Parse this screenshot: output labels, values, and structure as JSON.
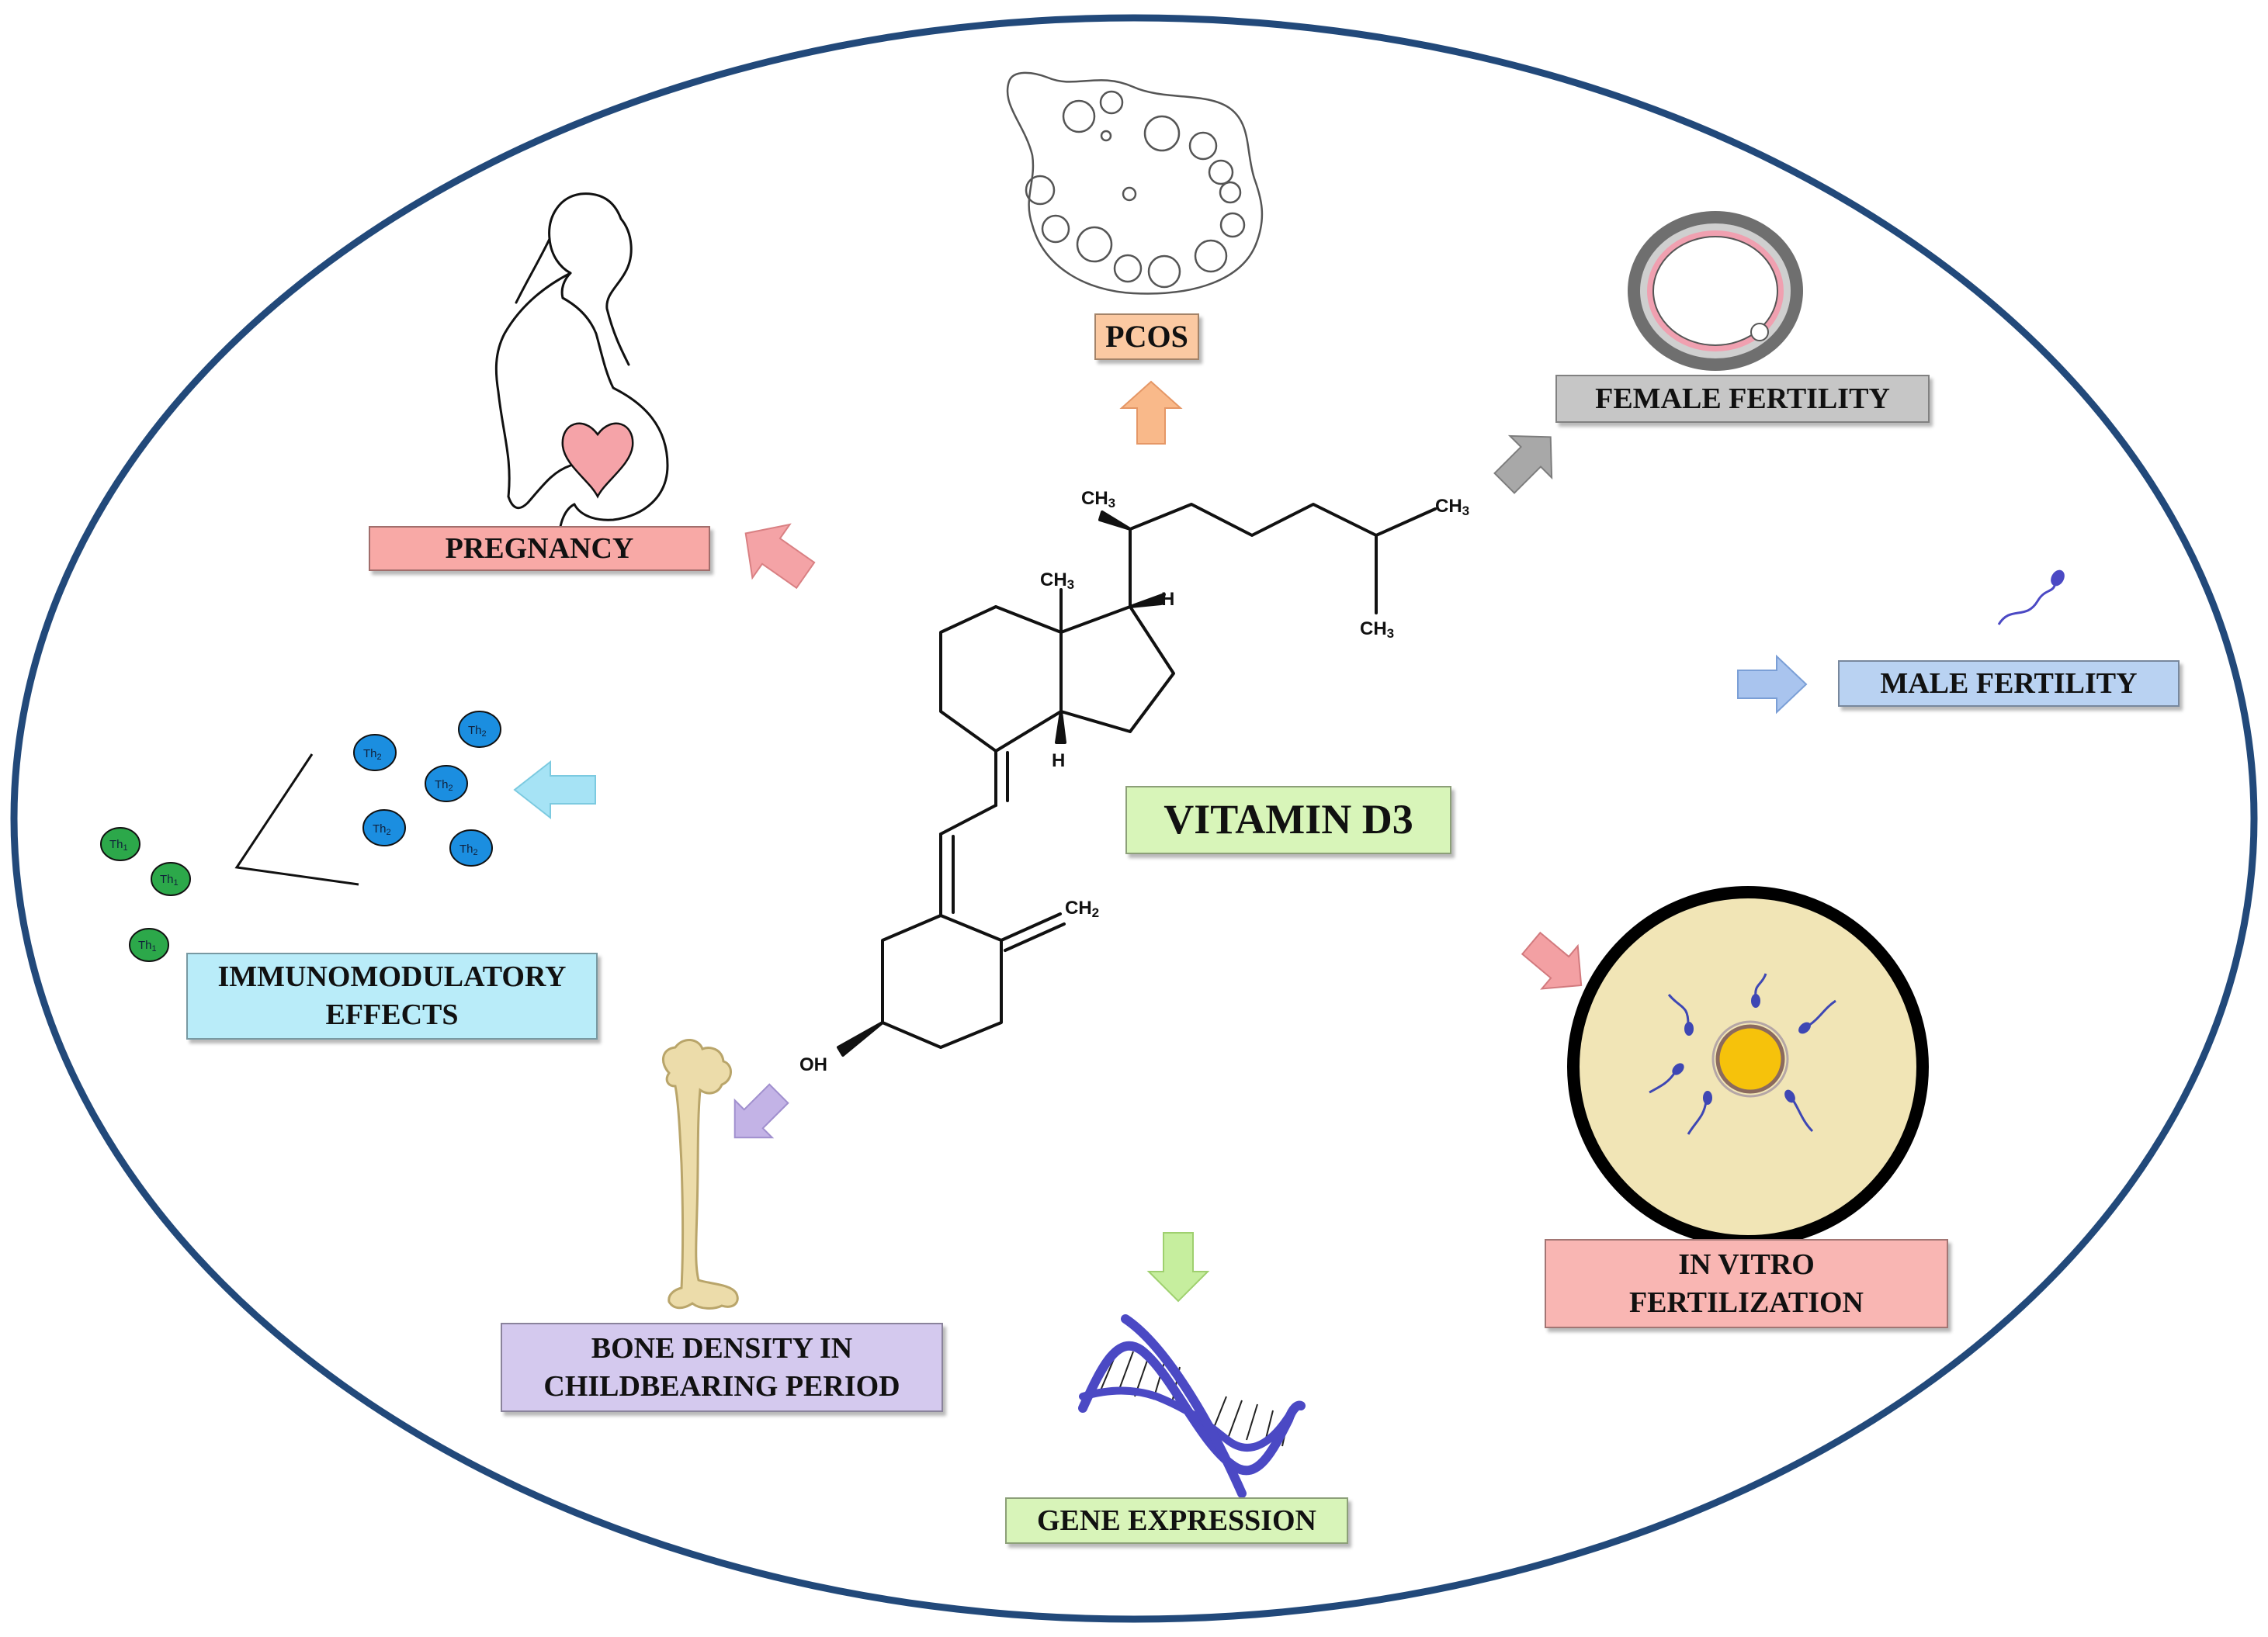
{
  "diagram": {
    "center_label": "VITAMIN D3",
    "effects": [
      {
        "id": "pcos",
        "label": "PCOS",
        "color": "#fbc9a2"
      },
      {
        "id": "female_fertility",
        "label": "FEMALE FERTILITY",
        "color": "#c6c6c6"
      },
      {
        "id": "pregnancy",
        "label": "PREGNANCY",
        "color": "#f8a9a6"
      },
      {
        "id": "male_fertility",
        "label": "MALE FERTILITY",
        "color": "#b9d2f2"
      },
      {
        "id": "immunomodulatory",
        "label_lines": [
          "IMMUNOMODULATORY",
          "EFFECTS"
        ],
        "color": "#b9ecf9"
      },
      {
        "id": "ivf",
        "label_lines": [
          "IN VITRO",
          "FERTILIZATION"
        ],
        "color": "#f9b6b3"
      },
      {
        "id": "bone",
        "label_lines": [
          "BONE DENSITY IN",
          "CHILDBEARING PERIOD"
        ],
        "color": "#d4c9ee"
      },
      {
        "id": "gene",
        "label": "GENE EXPRESSION",
        "color": "#d8f4b9"
      }
    ],
    "center_color": "#d8f5b9"
  },
  "molecule_labels": {
    "ch3": "CH",
    "ch3_sub": "3",
    "ch2": "CH",
    "ch2_sub": "2",
    "h": "H",
    "oh": "OH"
  },
  "cells": {
    "th1": "Th",
    "th1_sub": "1",
    "th2": "Th",
    "th2_sub": "2"
  },
  "colors": {
    "oval_border": "#22497a",
    "arrow_pregnancy": "#f4a3a6",
    "arrow_pcos": "#f9b98a",
    "arrow_female": "#a8a8a8",
    "arrow_male": "#a9c4ee",
    "arrow_immuno": "#a6e3f5",
    "arrow_ivf": "#f3a0a3",
    "arrow_bone": "#c3b3e6",
    "arrow_gene": "#c6ee9e",
    "th1_cell": "#2ca84a",
    "th2_cell": "#1b8ee0",
    "dna": "#4b49c4",
    "egg_outer": "#f1e5b6",
    "egg_core": "#f6c20b",
    "uterus_lining": "#f0a0b0",
    "bone": "#ecdcaa",
    "heart": "#f5a3a8"
  }
}
